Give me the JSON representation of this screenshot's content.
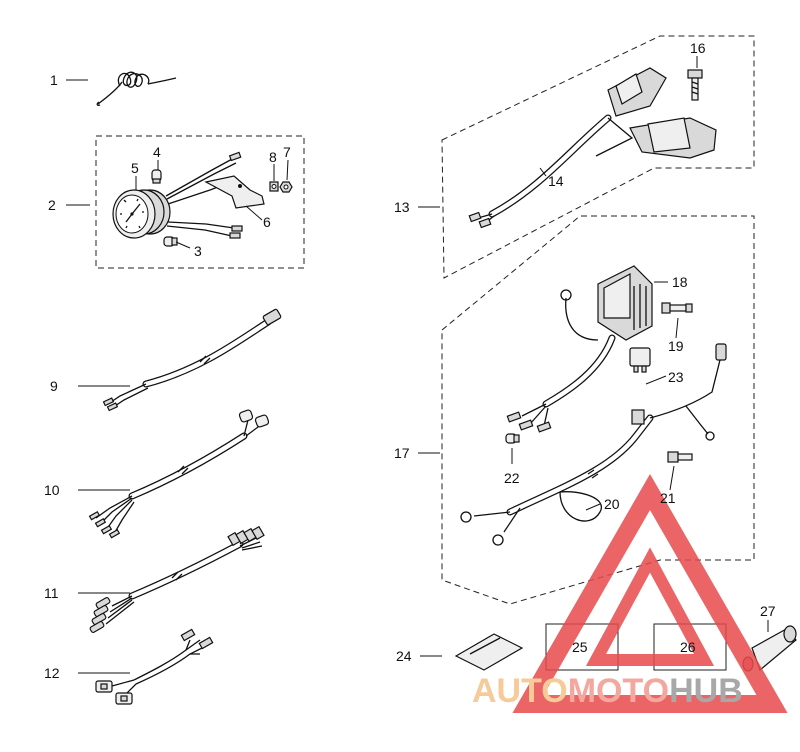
{
  "callouts": [
    {
      "id": "1",
      "text": "1"
    },
    {
      "id": "2",
      "text": "2"
    },
    {
      "id": "3",
      "text": "3"
    },
    {
      "id": "4",
      "text": "4"
    },
    {
      "id": "5",
      "text": "5"
    },
    {
      "id": "6",
      "text": "6"
    },
    {
      "id": "7",
      "text": "7"
    },
    {
      "id": "8",
      "text": "8"
    },
    {
      "id": "9",
      "text": "9"
    },
    {
      "id": "10",
      "text": "10"
    },
    {
      "id": "11",
      "text": "11"
    },
    {
      "id": "12",
      "text": "12"
    },
    {
      "id": "13",
      "text": "13"
    },
    {
      "id": "14",
      "text": "14"
    },
    {
      "id": "16",
      "text": "16"
    },
    {
      "id": "17",
      "text": "17"
    },
    {
      "id": "18",
      "text": "18"
    },
    {
      "id": "19",
      "text": "19"
    },
    {
      "id": "20",
      "text": "20"
    },
    {
      "id": "21",
      "text": "21"
    },
    {
      "id": "22",
      "text": "22"
    },
    {
      "id": "23",
      "text": "23"
    },
    {
      "id": "24",
      "text": "24"
    },
    {
      "id": "25",
      "text": "25"
    },
    {
      "id": "26",
      "text": "26"
    },
    {
      "id": "27",
      "text": "27"
    }
  ],
  "watermark": {
    "part1": "AUTO",
    "part2": "MOTO",
    "part3": "HUB",
    "colors": {
      "auto": "#f5c289",
      "moto": "#f29a8f",
      "hub": "#9a9a9a",
      "triangle": "#e8494c"
    }
  }
}
